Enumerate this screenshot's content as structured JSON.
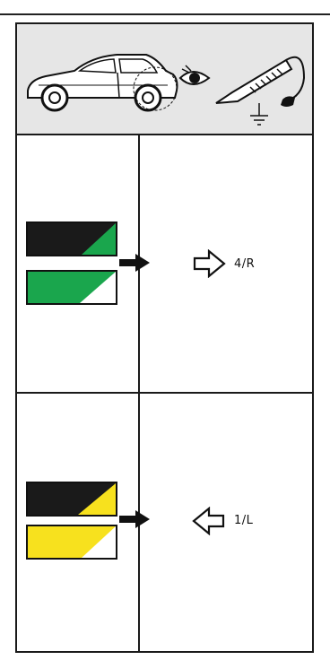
{
  "header": {
    "illustration": [
      "car-icon",
      "eye-icon",
      "test-probe-icon",
      "ground-icon"
    ]
  },
  "rows": [
    {
      "colors": {
        "dark": "#1a1a1a",
        "accent": "#1aa64d",
        "light": "#ffffff"
      },
      "arrow_direction": "right",
      "result_label": "4/R"
    },
    {
      "colors": {
        "dark": "#1a1a1a",
        "accent": "#f7e11e",
        "light": "#ffffff"
      },
      "arrow_direction": "left",
      "result_label": "1/L"
    }
  ]
}
